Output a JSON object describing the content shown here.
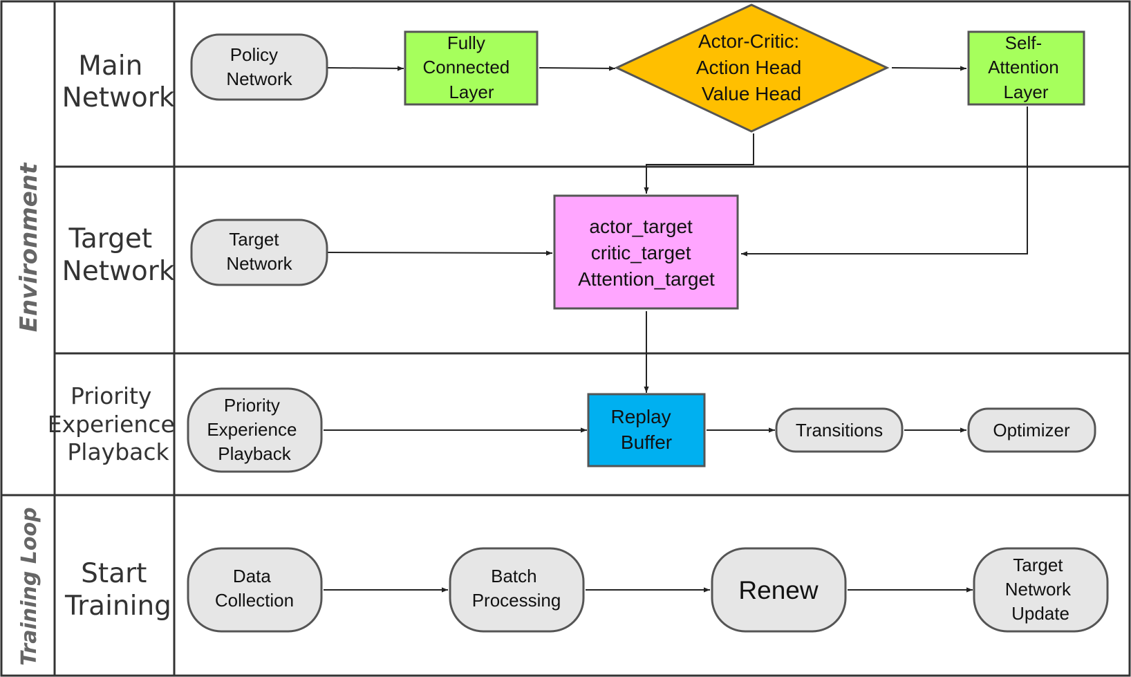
{
  "groups": {
    "environment": "Environment",
    "training_loop": "Training Loop"
  },
  "lanes": {
    "main_network": [
      "Main",
      "Network"
    ],
    "target_network": [
      "Target",
      "Network"
    ],
    "priority": [
      "Priority",
      "Experience",
      "Playback"
    ],
    "start_training": [
      "Start",
      "Training"
    ]
  },
  "nodes": {
    "policy_network": [
      "Policy",
      "Network"
    ],
    "fully_connected": [
      "Fully",
      "Connected",
      "Layer"
    ],
    "actor_critic": [
      "Actor-Critic:",
      "Action Head",
      "Value Head"
    ],
    "self_attention": [
      "Self-",
      "Attention",
      "Layer"
    ],
    "target_network": [
      "Target",
      "Network"
    ],
    "targets": [
      "actor_target",
      "critic_target",
      "Attention_target"
    ],
    "priority_playback": [
      "Priority",
      "Experience",
      "Playback"
    ],
    "replay_buffer": [
      "Replay",
      "Buffer"
    ],
    "transitions": [
      "Transitions"
    ],
    "optimizer": [
      "Optimizer"
    ],
    "data_collection": [
      "Data",
      "Collection"
    ],
    "batch_processing": [
      "Batch",
      "Processing"
    ],
    "renew": [
      "Renew"
    ],
    "target_update": [
      "Target",
      "Network",
      "Update"
    ]
  },
  "colors": {
    "gray_fill": "#e6e6e6",
    "green_fill": "#a6ff5c",
    "orange_fill": "#ffbf00",
    "pink_fill": "#ffa6ff",
    "blue_fill": "#00b0f0",
    "stroke": "#555555",
    "frame": "#333333"
  }
}
